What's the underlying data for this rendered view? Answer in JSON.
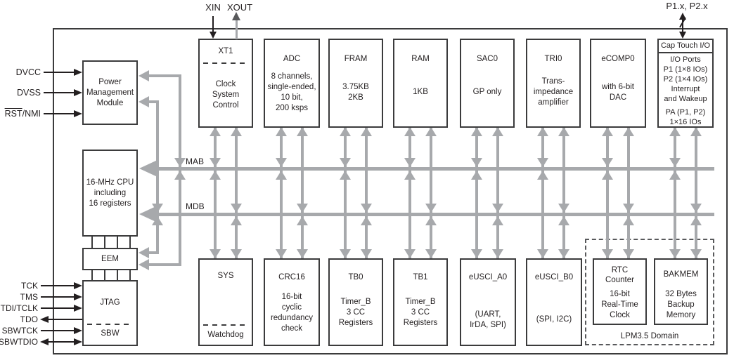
{
  "pins": {
    "xin": "XIN",
    "xout": "XOUT",
    "p1p2": "P1.x, P2.x",
    "dvcc": "DVCC",
    "dvss": "DVSS",
    "rst_bar": "RST",
    "rst_rest": "/NMI",
    "jtag": [
      {
        "label": "TCK",
        "dir": "in"
      },
      {
        "label": "TMS",
        "dir": "in"
      },
      {
        "label": "TDI/TCLK",
        "dir": "in"
      },
      {
        "label": "TDO",
        "dir": "out"
      },
      {
        "label": "SBWTCK",
        "dir": "in"
      },
      {
        "label": "SBWTDIO",
        "dir": "both"
      }
    ]
  },
  "buses": {
    "mab": "MAB",
    "mdb": "MDB"
  },
  "left_blocks": {
    "pmm": {
      "body": "Power\nManagement\nModule"
    },
    "cpu": {
      "body": "16-MHz CPU\nincluding\n16 registers"
    },
    "eem": {
      "body": "EEM"
    },
    "jtag": {
      "title": "JTAG",
      "footer": "SBW"
    }
  },
  "top_row": [
    {
      "id": "xt1",
      "title": "XT1",
      "body": "Clock\nSystem\nControl"
    },
    {
      "id": "adc",
      "title": "ADC",
      "body": "8 channels,\nsingle-ended,\n10 bit,\n200 ksps"
    },
    {
      "id": "fram",
      "title": "FRAM",
      "body": "3.75KB\n2KB"
    },
    {
      "id": "ram",
      "title": "RAM",
      "body": "1KB"
    },
    {
      "id": "sac0",
      "title": "SAC0",
      "body": "GP only"
    },
    {
      "id": "tri0",
      "title": "TRI0",
      "body": "Trans-\nimpedance\namplifier"
    },
    {
      "id": "ecomp0",
      "title": "eCOMP0",
      "body": "with 6-bit\nDAC"
    },
    {
      "id": "captouch",
      "header": "Cap Touch I/O",
      "body": "I/O Ports\nP1 (1×8 IOs)\nP2 (1×4 IOs)\nInterrupt\nand Wakeup",
      "body2": "PA (P1, P2)\n1×16 IOs"
    }
  ],
  "bottom_row": [
    {
      "id": "sys",
      "title": "SYS",
      "footer": "Watchdog"
    },
    {
      "id": "crc16",
      "title": "CRC16",
      "body": "16-bit\ncyclic\nredundancy\ncheck"
    },
    {
      "id": "tb0",
      "title": "TB0",
      "body": "Timer_B\n3 CC\nRegisters"
    },
    {
      "id": "tb1",
      "title": "TB1",
      "body": "Timer_B\n3 CC\nRegisters"
    },
    {
      "id": "eusci_a0",
      "title": "eUSCI_A0",
      "body": "(UART,\nIrDA, SPI)"
    },
    {
      "id": "eusci_b0",
      "title": "eUSCI_B0",
      "body": "(SPI, I2C)"
    },
    {
      "id": "rtc",
      "title": "RTC\nCounter",
      "body": "16-bit\nReal-Time\nClock"
    },
    {
      "id": "bakmem",
      "title": "BAKMEM",
      "body": "32 Bytes\nBackup\nMemory"
    }
  ],
  "lpm_domain": {
    "label": "LPM3.5 Domain"
  },
  "colors": {
    "bus_gray": "#a7a9ac",
    "line_dark": "#3b3b3c",
    "text": "#231f20",
    "xout_head": "#58595b"
  }
}
